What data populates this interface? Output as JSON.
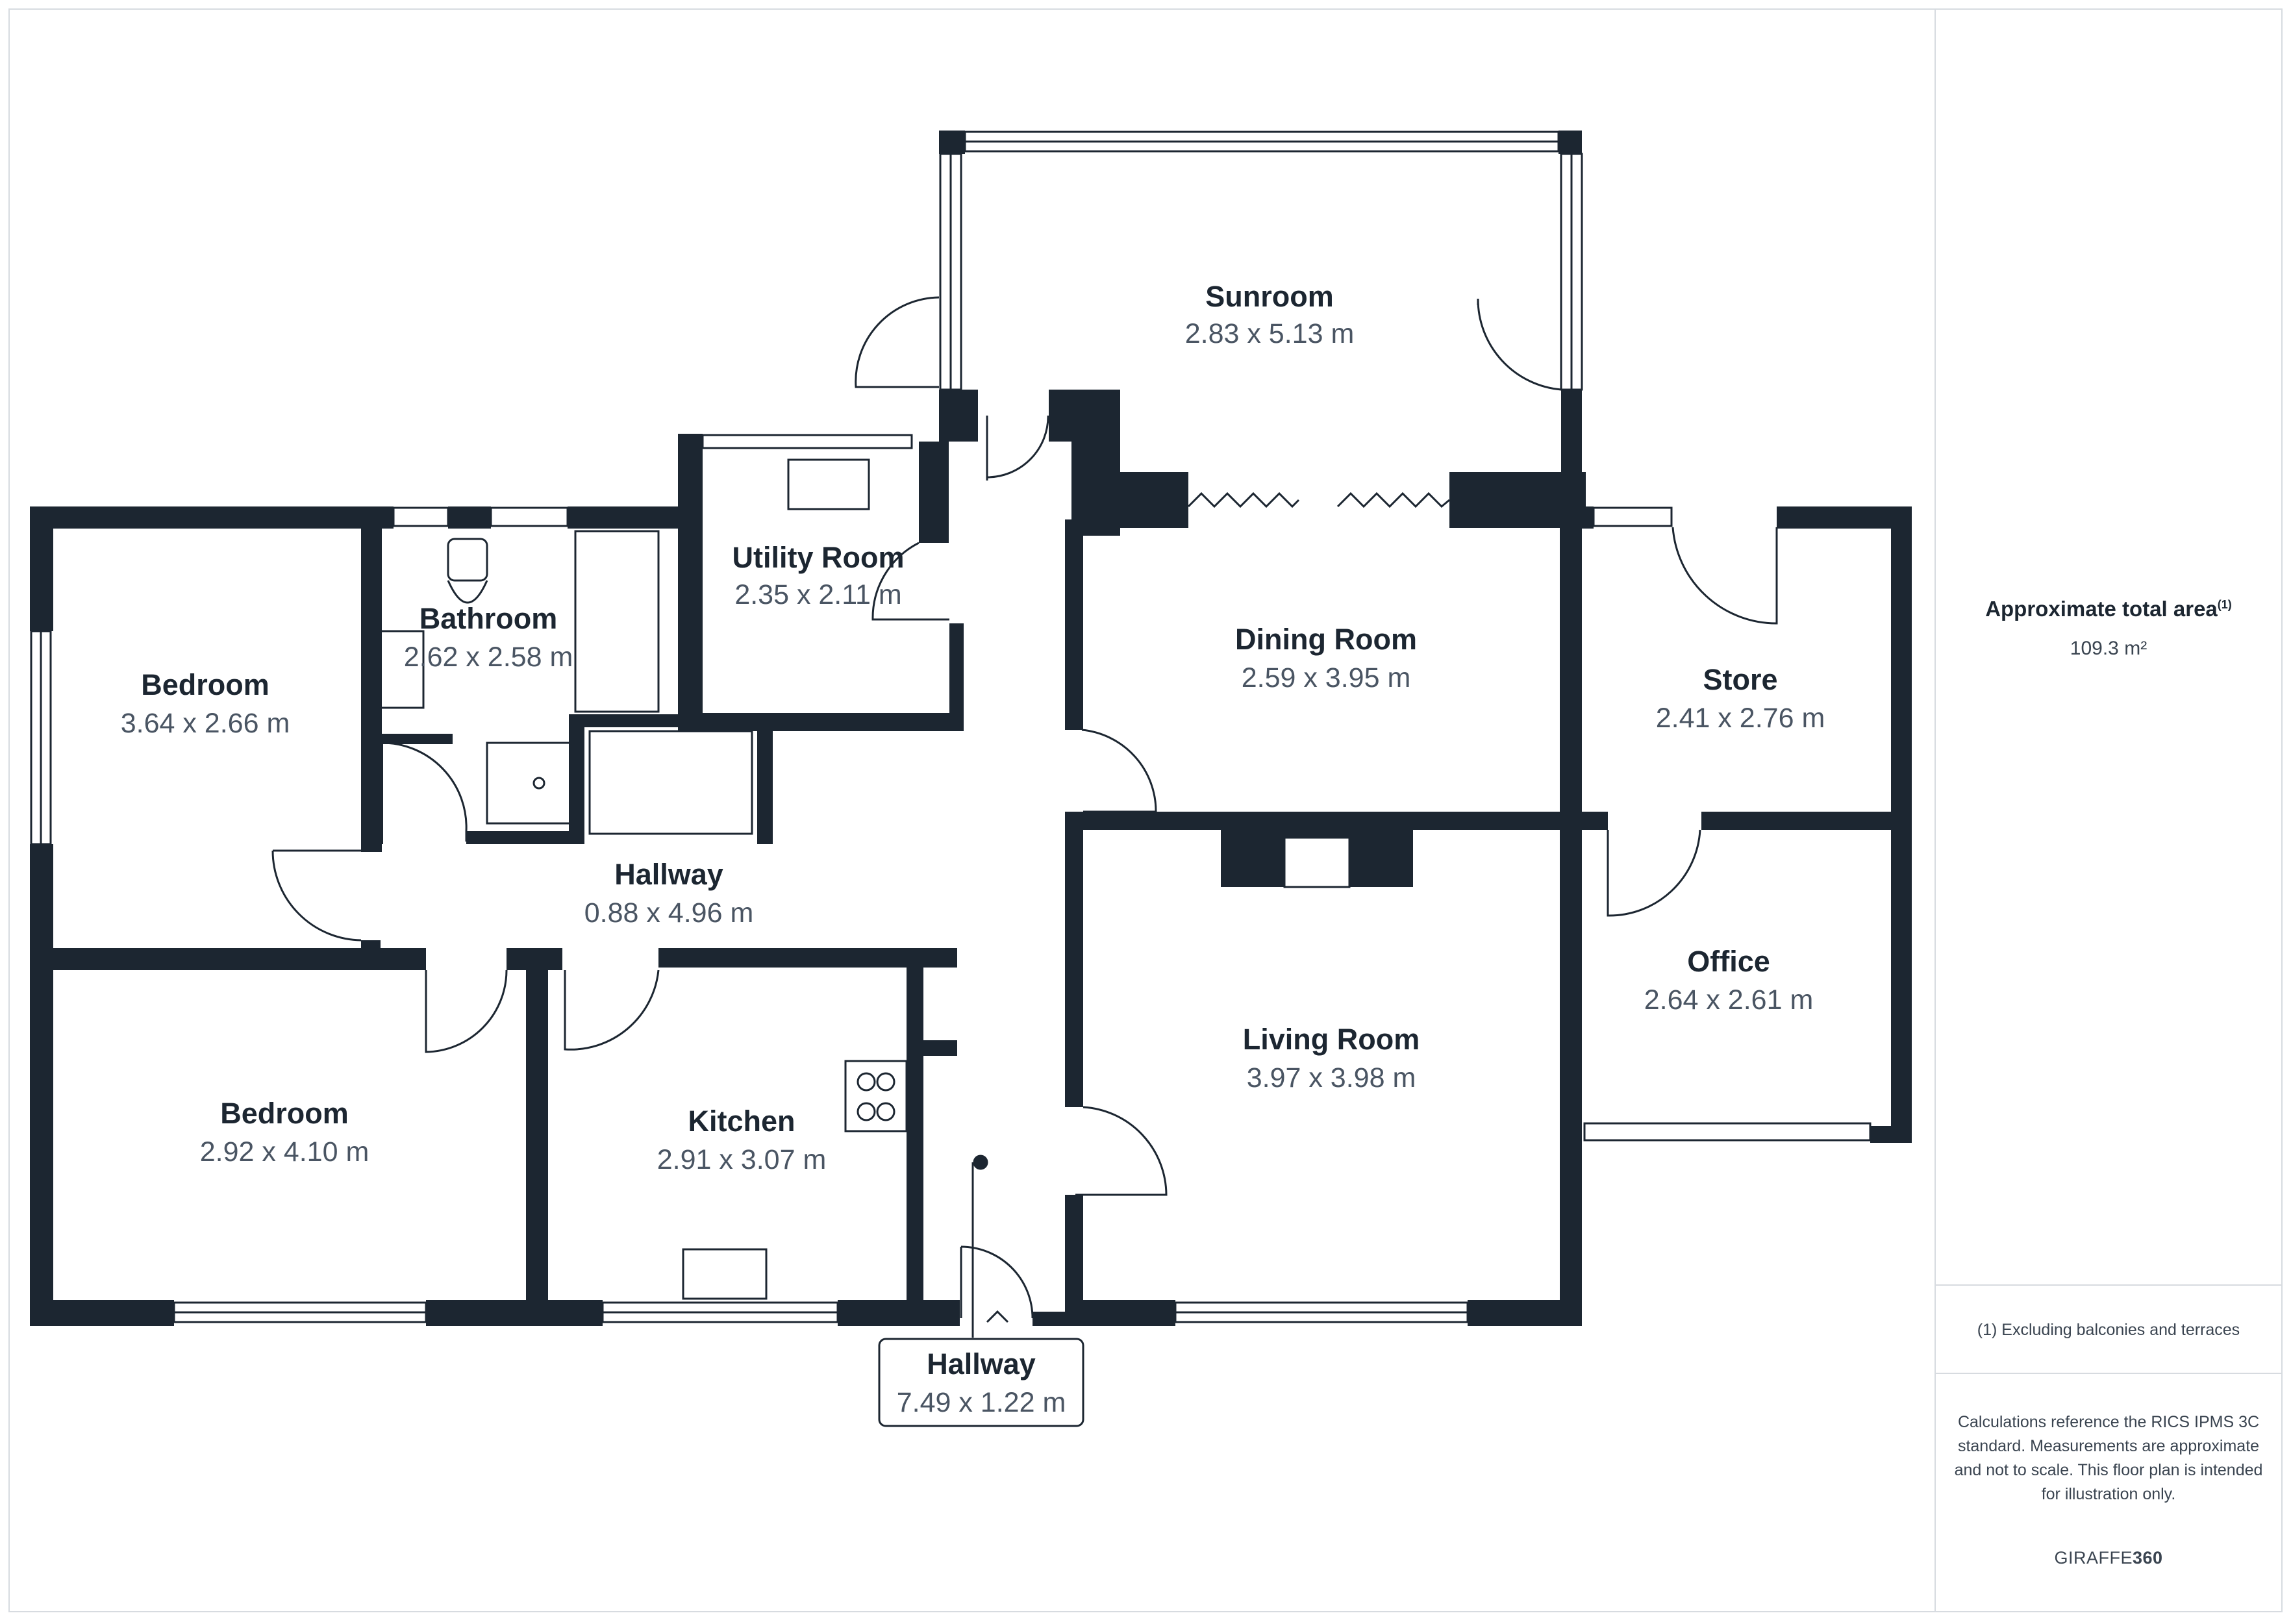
{
  "rooms": [
    {
      "id": "sunroom",
      "name": "Sunroom",
      "dims": "2.83 x 5.13 m"
    },
    {
      "id": "utility",
      "name": "Utility Room",
      "dims": "2.35 x 2.11 m"
    },
    {
      "id": "bathroom",
      "name": "Bathroom",
      "dims": "2.62 x 2.58 m"
    },
    {
      "id": "bedroom1",
      "name": "Bedroom",
      "dims": "3.64 x 2.66 m"
    },
    {
      "id": "dining",
      "name": "Dining Room",
      "dims": "2.59 x 3.95 m"
    },
    {
      "id": "store",
      "name": "Store",
      "dims": "2.41 x 2.76 m"
    },
    {
      "id": "hallway-inner",
      "name": "Hallway",
      "dims": "0.88 x 4.96 m"
    },
    {
      "id": "office",
      "name": "Office",
      "dims": "2.64 x 2.61 m"
    },
    {
      "id": "living",
      "name": "Living Room",
      "dims": "3.97 x 3.98 m"
    },
    {
      "id": "kitchen",
      "name": "Kitchen",
      "dims": "2.91 x 3.07 m"
    },
    {
      "id": "bedroom2",
      "name": "Bedroom",
      "dims": "2.92 x 4.10 m"
    },
    {
      "id": "hallway-entry",
      "name": "Hallway",
      "dims": "7.49 x 1.22 m"
    }
  ],
  "sidebar": {
    "area_label": "Approximate total area",
    "area_sup": "(1)",
    "area_value": "109.3 m²",
    "footnote": "(1) Excluding balconies and terraces",
    "disclaimer": "Calculations reference the RICS IPMS 3C standard. Measurements are approximate and not to scale. This floor plan is intended for illustration only.",
    "brand_prefix": "GIRAFFE",
    "brand_suffix": "360"
  },
  "colors": {
    "wall": "#1c2631",
    "frame": "#d7dbe0",
    "text_dark": "#1c2631",
    "text_muted": "#4a5563"
  }
}
